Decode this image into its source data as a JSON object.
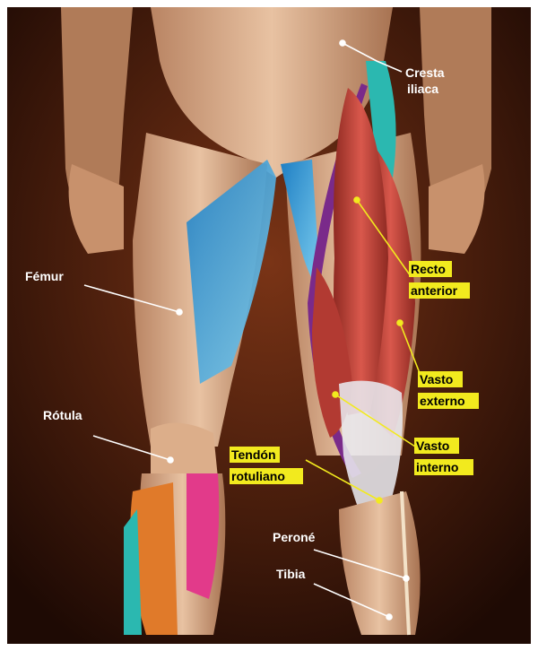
{
  "colors": {
    "background_dark": "#2a1208",
    "skin": "#d9a884",
    "muscle_red": "#c2433a",
    "adductor_blue": "#3aa0d8",
    "fascia_white": "#e8e8ee",
    "orange_muscle": "#e07a2a",
    "pink_muscle": "#e23a8a",
    "cyan_muscle": "#2bb8b0",
    "label_yellow": "#f2ea1e",
    "leader_white": "#ffffff",
    "leader_yellow": "#f2ea1e"
  },
  "labels": {
    "cresta_iliaca_line1": "Cresta",
    "cresta_iliaca_line2": "iliaca",
    "femur": "Fémur",
    "rotula": "Rótula",
    "recto_line1": "Recto",
    "recto_line2": "anterior",
    "vasto_externo_line1": "Vasto",
    "vasto_externo_line2": "externo",
    "vasto_interno_line1": "Vasto",
    "vasto_interno_line2": "interno",
    "tendon_line1": "Tendón",
    "tendon_line2": "rotuliano",
    "perone": "Peroné",
    "tibia": "Tibia"
  }
}
